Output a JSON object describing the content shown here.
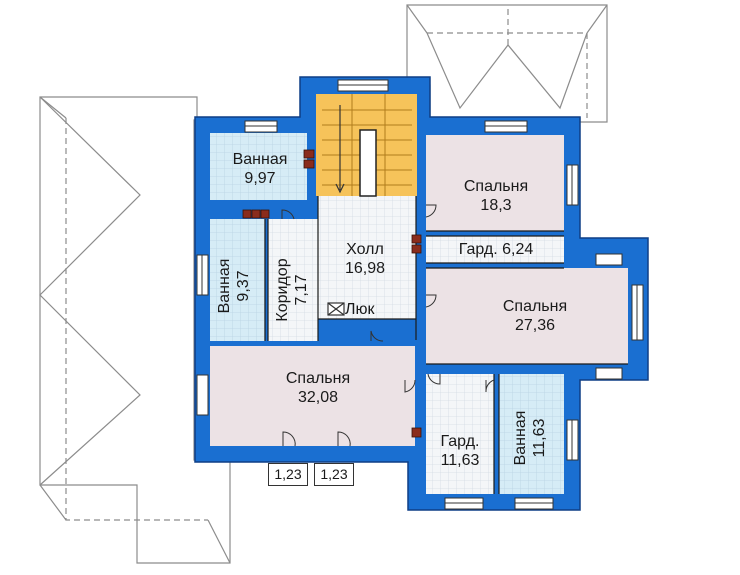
{
  "colors": {
    "wall": "#1a6fd1",
    "wall_edge": "#0e3f86",
    "bath": "#d6ecf6",
    "bedroom": "#ece2e5",
    "hall": "#f4f6f8",
    "stairs": "#f6c35a",
    "roof_line": "#8c8c8c"
  },
  "rooms": {
    "bath1": {
      "name": "Ванная",
      "area": "9,97"
    },
    "bath2": {
      "name": "Ванная",
      "area": "9,37"
    },
    "corridor": {
      "name": "Коридор",
      "area": "7,17"
    },
    "hall": {
      "name": "Холл",
      "area": "16,98"
    },
    "hatch": {
      "name": "Люк"
    },
    "bed1": {
      "name": "Спальня",
      "area": "18,3"
    },
    "closet1": {
      "name": "Гард. 6,24"
    },
    "bed2": {
      "name": "Спальня",
      "area": "27,36"
    },
    "bed3": {
      "name": "Спальня",
      "area": "32,08"
    },
    "closet2": {
      "name": "Гард.",
      "area": "11,63"
    },
    "bath3": {
      "name": "Ванная",
      "area": "11,63"
    }
  },
  "balconies": [
    "1,23",
    "1,23"
  ]
}
